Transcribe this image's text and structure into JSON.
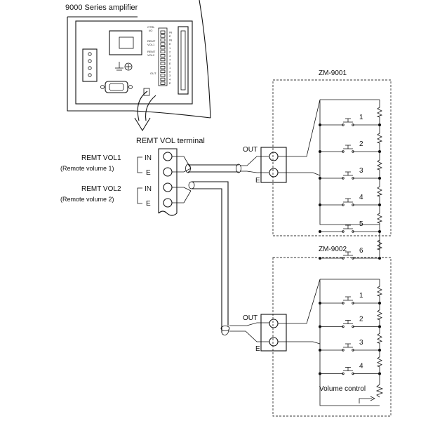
{
  "amplifier": {
    "title": "9000 Series amplifier",
    "panel_labels": [
      "CTRL",
      "I/O",
      "REMT",
      "VOL1",
      "REMT",
      "VOL2",
      "OUT"
    ],
    "pin_labels": [
      "IN",
      "E",
      "IN",
      "E",
      "1",
      "2",
      "3",
      "4",
      "E",
      "1",
      "2",
      "3",
      "4",
      "E"
    ]
  },
  "terminal": {
    "title": "REMT VOL terminal",
    "groups": [
      {
        "name": "REMT VOL1",
        "desc": "(Remote volume 1)",
        "pins": [
          "IN",
          "E"
        ]
      },
      {
        "name": "REMT VOL2",
        "desc": "(Remote volume 2)",
        "pins": [
          "IN",
          "E"
        ]
      }
    ]
  },
  "remotes": [
    {
      "model": "ZM-9001",
      "out_label": "OUT",
      "e_label": "E",
      "switches": [
        "1",
        "2",
        "3",
        "4",
        "5",
        "6"
      ]
    },
    {
      "model": "ZM-9002",
      "out_label": "OUT",
      "e_label": "E",
      "switches": [
        "1",
        "2",
        "3",
        "4"
      ],
      "control_label": "Volume control"
    }
  ]
}
